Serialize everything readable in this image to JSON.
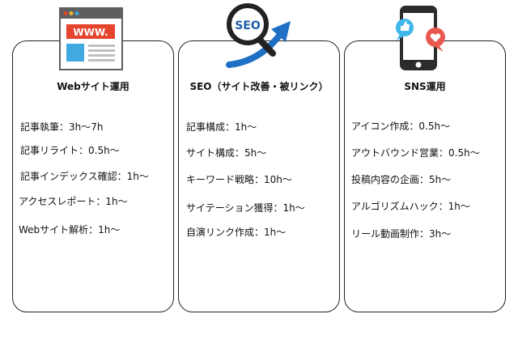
{
  "columns": [
    {
      "title": "Webサイト運用",
      "icon": "browser-window-icon",
      "icon_text": "WWW.",
      "items": [
        "記事執筆：3h〜7h",
        "記事リライト：0.5h〜",
        "記事インデックス確認：1h〜",
        "アクセスレポート：1h〜",
        "Webサイト解析：1h〜"
      ]
    },
    {
      "title": "SEO（サイト改善・被リンク）",
      "icon": "seo-magnifier-icon",
      "icon_text": "SEO",
      "items": [
        "記事構成：1h〜",
        "サイト構成：5h〜",
        "キーワード戦略：10h〜",
        "サイテーション獲得：1h〜",
        "自演リンク作成：1h〜"
      ]
    },
    {
      "title": "SNS運用",
      "icon": "smartphone-social-icon",
      "items": [
        "アイコン作成：0.5h〜",
        "アウトバウンド営業：0.5h〜",
        "投稿内容の企画：5h〜",
        "アルゴリズムハック：1h〜",
        "リール動画制作：3h〜"
      ]
    }
  ],
  "colors": {
    "browser_frame": "#5f5f5f",
    "browser_banner": "#e6442d",
    "browser_image": "#3fa9e0",
    "seo_text": "#1f5fa8",
    "arrow": "#1f6fc4",
    "phone": "#2b2b2b",
    "like_bubble": "#3fb7e8",
    "heart_bubble": "#e9584f"
  }
}
